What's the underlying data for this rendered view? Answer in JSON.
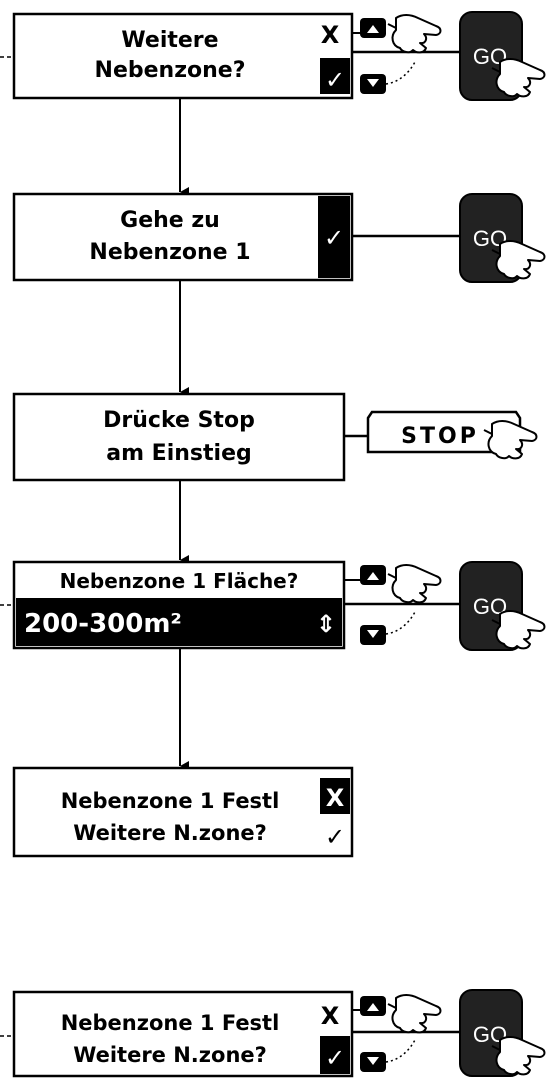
{
  "screens": [
    {
      "line1": "Weitere",
      "line2": "Nebenzone?",
      "top_mark": "X",
      "bottom_mark": "✓"
    },
    {
      "line1": "Gehe zu",
      "line2": "Nebenzone 1",
      "mark": "✓"
    },
    {
      "line1": "Drücke Stop",
      "line2": "am Einstieg"
    },
    {
      "line1": "Nebenzone 1 Fläche?",
      "value": "200-300m²",
      "spinner": "⇕"
    },
    {
      "line1": "Nebenzone 1 Festl",
      "line2": "Weitere N.zone?",
      "top_mark": "X",
      "bottom_mark": "✓"
    },
    {
      "line1": "Nebenzone 1 Festl",
      "line2": "Weitere N.zone?",
      "top_mark": "X",
      "bottom_mark": "✓"
    }
  ],
  "buttons": {
    "go_label": "GO",
    "stop_label": "STOP"
  },
  "icons": [
    "up-arrow-key-icon",
    "down-arrow-key-icon",
    "go-button-icon",
    "stop-button-icon",
    "pointing-hand-icon",
    "checkmark-icon",
    "x-icon"
  ]
}
